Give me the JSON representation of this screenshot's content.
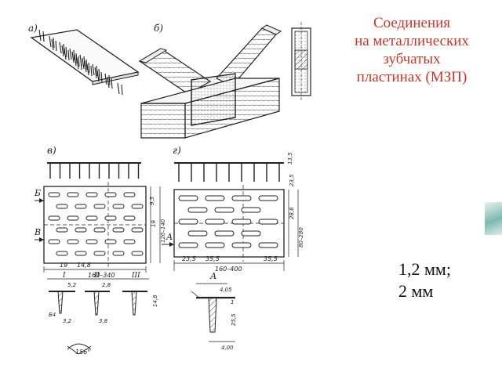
{
  "title": {
    "lines": [
      "Соединения",
      "на металлических",
      "зубчатых",
      "пластинах (МЗП)"
    ],
    "color": "#c0392b"
  },
  "thickness": {
    "lines": [
      "1,2 мм;",
      "2 мм"
    ]
  },
  "figure_labels": {
    "a": "а)",
    "b": "б)",
    "v": "в)",
    "g": "г)",
    "B_upper": "Б",
    "V_lower": "В",
    "A_section": "А",
    "A_marker": "А"
  },
  "dimensions": {
    "v_bottom_1": "19",
    "v_bottom_2": "14,8",
    "v_bottom_total": "160–340",
    "v_right_1": "9,5",
    "v_right_2": "19",
    "v_right_3": "120–140",
    "g_bottom_1": "23,5",
    "g_bottom_2": "35,5",
    "g_bottom_total": "160–400",
    "g_bottom_3": "35,5",
    "g_right_1": "23,5",
    "g_right_2": "28,6",
    "g_right_3": "80–280",
    "g_top": "13,5",
    "detail_1": "5,2",
    "detail_2": "2,8",
    "detail_3": "3,2",
    "detail_4": "3,8",
    "detail_5": "14,8",
    "angle": "156°",
    "sec_1": "4,05",
    "sec_2": "1",
    "sec_3": "4,00",
    "sec_4": "25,5",
    "marks_roman": [
      "I",
      "II",
      "III"
    ],
    "b4": "Б4"
  },
  "colors": {
    "line": "#222222",
    "accent_red": "#c0392b",
    "teal": "#7fb8b0"
  }
}
